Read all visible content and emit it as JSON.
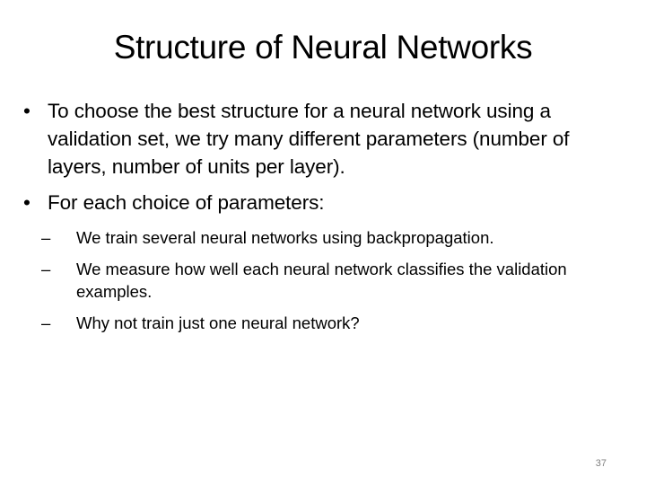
{
  "slide": {
    "title": "Structure of Neural Networks",
    "bullets": [
      {
        "marker": "•",
        "text": "To choose the best structure for a neural network using a validation set, we try many different parameters (number of layers, number of units per layer)."
      },
      {
        "marker": "•",
        "text": "For each choice of parameters:"
      }
    ],
    "sub_bullets": [
      {
        "marker": "–",
        "text": "We train several neural networks using backpropagation."
      },
      {
        "marker": "–",
        "text": "We measure how well each neural network classifies the validation examples."
      },
      {
        "marker": "–",
        "text": "Why not train just one neural network?"
      }
    ],
    "page_number": "37"
  }
}
